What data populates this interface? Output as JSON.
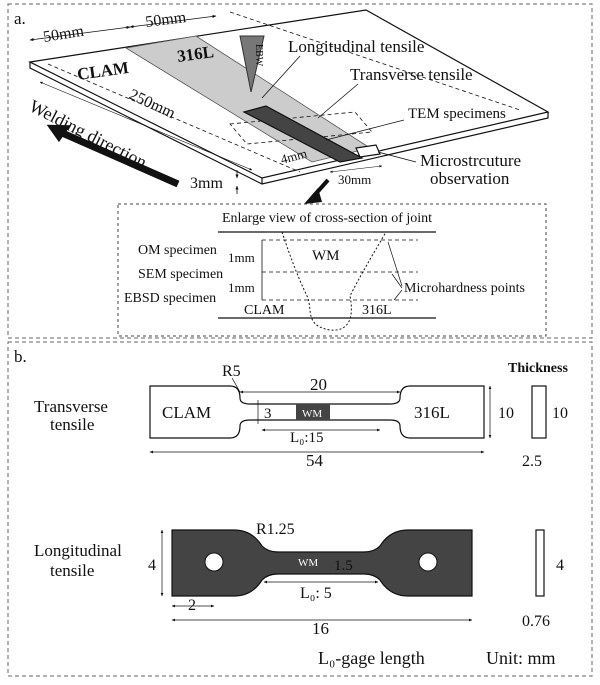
{
  "panel_a": {
    "label": "a.",
    "plate": {
      "dim_50mm_left": "50mm",
      "dim_50mm_right": "50mm",
      "dim_250mm": "250mm",
      "dim_3mm": "3mm",
      "material_left": "CLAM",
      "material_right": "316L",
      "welding_direction": "Welding direction",
      "ebw": "EBW"
    },
    "callouts": {
      "longitudinal": "Longitudinal tensile",
      "transverse": "Transverse tensile",
      "tem": "TEM specimens",
      "micro_line1": "Microstrcuture",
      "micro_line2": "observation",
      "dim_4mm": "4mm",
      "dim_30mm": "30mm"
    },
    "inset": {
      "title": "Enlarge view of cross-section of joint",
      "om": "OM specimen",
      "sem": "SEM specimen",
      "ebsd": "EBSD specimen",
      "dim_1mm_a": "1mm",
      "dim_1mm_b": "1mm",
      "wm": "WM",
      "clam": "CLAM",
      "l316": "316L",
      "micro_points": "Microhardness points"
    }
  },
  "panel_b": {
    "label": "b.",
    "thickness": "Thickness",
    "transverse": {
      "name_line1": "Transverse",
      "name_line2": "tensile",
      "r": "R5",
      "w20": "20",
      "clam": "CLAM",
      "l316": "316L",
      "h3": "3",
      "wm": "WM",
      "gage": "L₀:15",
      "h10": "10",
      "len54": "54",
      "t10": "10",
      "t25": "2.5"
    },
    "longitudinal": {
      "name_line1": "Longitudinal",
      "name_line2": "tensile",
      "r": "R1.25",
      "h4": "4",
      "wm": "WM",
      "h15": "1.5",
      "gage": "L₀: 5",
      "d2": "2",
      "len16": "16",
      "t4": "4",
      "t076": "0.76"
    },
    "footer_gage": "L₀-gage length",
    "footer_unit": "Unit: mm"
  }
}
